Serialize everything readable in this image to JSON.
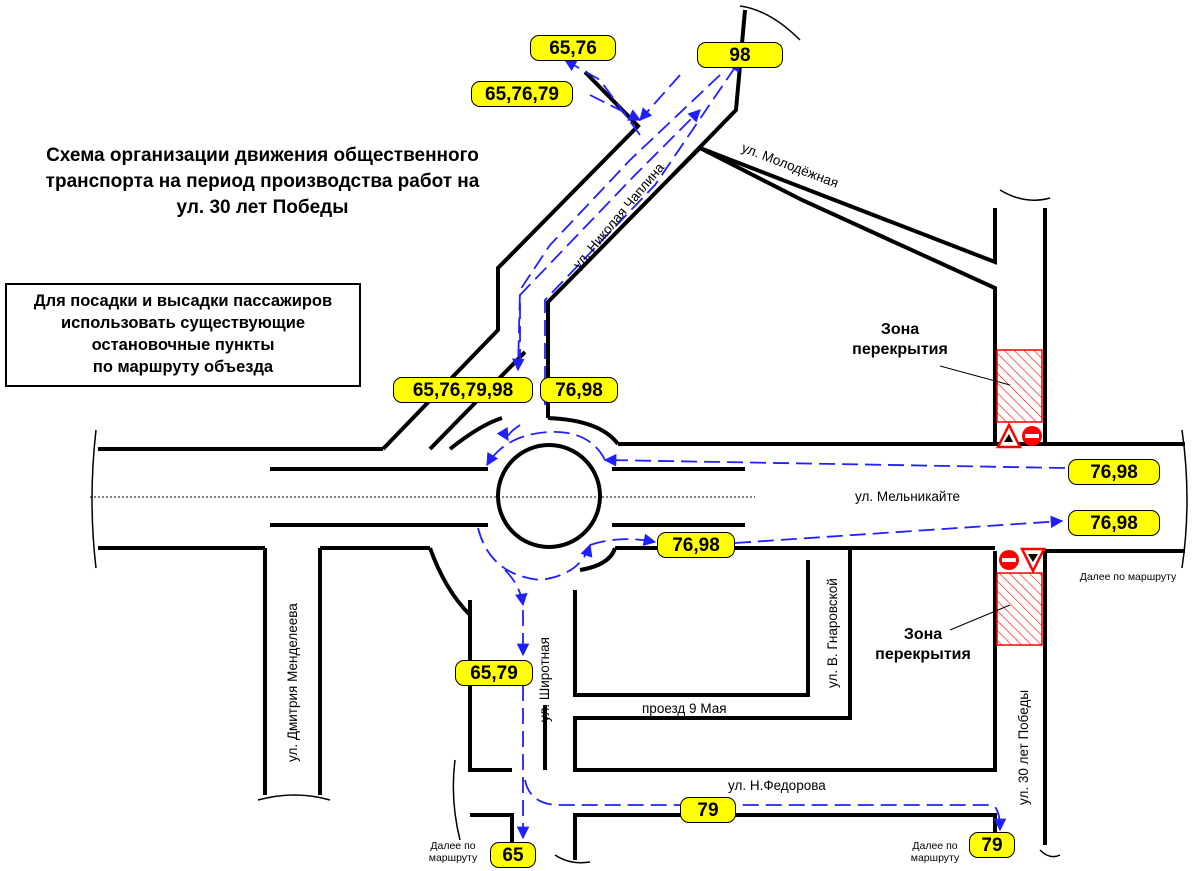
{
  "title": "Схема организации движения общественного\nтранспорта на период производства работ на\nул. 30 лет Победы",
  "note": "Для посадки и высадки пассажиров\nиспользовать существующие\nостановочные пункты\nпо маршруту объезда",
  "streets": {
    "molodezhnaya": "ул. Молодёжная",
    "nikolaya_chaplina": "ул. Николая Чаплина",
    "melnikaite": "ул. Мельникайте",
    "dmitriya_mendeleeva": "ул. Дмитрия Менделеева",
    "shirotnaya": "ул. Широтная",
    "v_gnarovskoy": "ул. В. Гнаровской",
    "proezd_9_maya": "проезд 9 Мая",
    "n_fedorova": "ул. Н.Федорова",
    "let_30_pobedy": "ул. 30 лет Победы"
  },
  "routes": {
    "r_65_76": "65,76",
    "r_98": "98",
    "r_65_76_79": "65,76,79",
    "r_65_76_79_98": "65,76,79,98",
    "r_76_98_ring": "76,98",
    "r_76_98_upper": "76,98",
    "r_76_98_lower": "76,98",
    "r_76_98_middle": "76,98",
    "r_65_79": "65,79",
    "r_79_mid": "79",
    "r_65_end": "65",
    "r_79_end": "79"
  },
  "zones": {
    "upper": "Зона\nперекрытия",
    "lower": "Зона\nперекрытия"
  },
  "further": {
    "right": "Далее по маршруту",
    "bottom_left": "Далее по\nмаршруту",
    "bottom_right": "Далее по\nмаршруту"
  },
  "colors": {
    "road": "#000000",
    "arrow": "#2020ff",
    "route_label": "#ffff00",
    "closure": "#ff0000"
  }
}
